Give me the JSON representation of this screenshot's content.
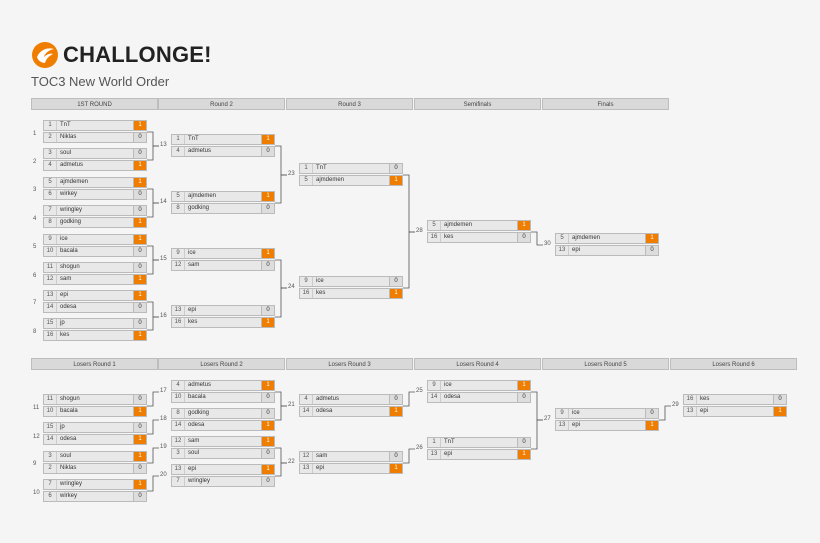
{
  "brand": {
    "name": "CHALLONGE!",
    "accent": "#ef7d00"
  },
  "tournament": {
    "title": "TOC3 New World Order"
  },
  "winners_rounds": [
    "1ST ROUND",
    "Round 2",
    "Round 3",
    "Semifinals",
    "Finals"
  ],
  "losers_rounds": [
    "Losers Round 1",
    "Losers Round 2",
    "Losers Round 3",
    "Losers Round 4",
    "Losers Round 5",
    "Losers Round 6"
  ],
  "matches": [
    {
      "label": "1",
      "p": [
        {
          "seed": "1",
          "name": "TnT",
          "score": "1",
          "win": true
        },
        {
          "seed": "2",
          "name": "Niklas",
          "score": "0",
          "win": false
        }
      ]
    },
    {
      "label": "2",
      "p": [
        {
          "seed": "3",
          "name": "soul",
          "score": "0",
          "win": false
        },
        {
          "seed": "4",
          "name": "admetus",
          "score": "1",
          "win": true
        }
      ]
    },
    {
      "label": "3",
      "p": [
        {
          "seed": "5",
          "name": "ajmdemen",
          "score": "1",
          "win": true
        },
        {
          "seed": "6",
          "name": "wirkey",
          "score": "0",
          "win": false
        }
      ]
    },
    {
      "label": "4",
      "p": [
        {
          "seed": "7",
          "name": "wringley",
          "score": "0",
          "win": false
        },
        {
          "seed": "8",
          "name": "godking",
          "score": "1",
          "win": true
        }
      ]
    },
    {
      "label": "5",
      "p": [
        {
          "seed": "9",
          "name": "ice",
          "score": "1",
          "win": true
        },
        {
          "seed": "10",
          "name": "bacala",
          "score": "0",
          "win": false
        }
      ]
    },
    {
      "label": "6",
      "p": [
        {
          "seed": "11",
          "name": "shogun",
          "score": "0",
          "win": false
        },
        {
          "seed": "12",
          "name": "sam",
          "score": "1",
          "win": true
        }
      ]
    },
    {
      "label": "7",
      "p": [
        {
          "seed": "13",
          "name": "epi",
          "score": "1",
          "win": true
        },
        {
          "seed": "14",
          "name": "odesa",
          "score": "0",
          "win": false
        }
      ]
    },
    {
      "label": "8",
      "p": [
        {
          "seed": "15",
          "name": "jp",
          "score": "0",
          "win": false
        },
        {
          "seed": "16",
          "name": "kes",
          "score": "1",
          "win": true
        }
      ]
    },
    {
      "label": "13",
      "p": [
        {
          "seed": "1",
          "name": "TnT",
          "score": "1",
          "win": true
        },
        {
          "seed": "4",
          "name": "admetus",
          "score": "0",
          "win": false
        }
      ]
    },
    {
      "label": "14",
      "p": [
        {
          "seed": "5",
          "name": "ajmdemen",
          "score": "1",
          "win": true
        },
        {
          "seed": "8",
          "name": "godking",
          "score": "0",
          "win": false
        }
      ]
    },
    {
      "label": "15",
      "p": [
        {
          "seed": "9",
          "name": "ice",
          "score": "1",
          "win": true
        },
        {
          "seed": "12",
          "name": "sam",
          "score": "0",
          "win": false
        }
      ]
    },
    {
      "label": "16",
      "p": [
        {
          "seed": "13",
          "name": "epi",
          "score": "0",
          "win": false
        },
        {
          "seed": "16",
          "name": "kes",
          "score": "1",
          "win": true
        }
      ]
    },
    {
      "label": "23",
      "p": [
        {
          "seed": "1",
          "name": "TnT",
          "score": "0",
          "win": false
        },
        {
          "seed": "5",
          "name": "ajmdemen",
          "score": "1",
          "win": true
        }
      ]
    },
    {
      "label": "24",
      "p": [
        {
          "seed": "9",
          "name": "ice",
          "score": "0",
          "win": false
        },
        {
          "seed": "16",
          "name": "kes",
          "score": "1",
          "win": true
        }
      ]
    },
    {
      "label": "28",
      "p": [
        {
          "seed": "5",
          "name": "ajmdemen",
          "score": "1",
          "win": true
        },
        {
          "seed": "16",
          "name": "kes",
          "score": "0",
          "win": false
        }
      ]
    },
    {
      "label": "30",
      "p": [
        {
          "seed": "5",
          "name": "ajmdemen",
          "score": "1",
          "win": true
        },
        {
          "seed": "13",
          "name": "epi",
          "score": "0",
          "win": false
        }
      ]
    },
    {
      "label": "11",
      "p": [
        {
          "seed": "11",
          "name": "shogun",
          "score": "0",
          "win": false
        },
        {
          "seed": "10",
          "name": "bacala",
          "score": "1",
          "win": true
        }
      ]
    },
    {
      "label": "12",
      "p": [
        {
          "seed": "15",
          "name": "jp",
          "score": "0",
          "win": false
        },
        {
          "seed": "14",
          "name": "odesa",
          "score": "1",
          "win": true
        }
      ]
    },
    {
      "label": "9",
      "p": [
        {
          "seed": "3",
          "name": "soul",
          "score": "1",
          "win": true
        },
        {
          "seed": "2",
          "name": "Niklas",
          "score": "0",
          "win": false
        }
      ]
    },
    {
      "label": "10",
      "p": [
        {
          "seed": "7",
          "name": "wringley",
          "score": "1",
          "win": true
        },
        {
          "seed": "6",
          "name": "wirkey",
          "score": "0",
          "win": false
        }
      ]
    },
    {
      "label": "17",
      "p": [
        {
          "seed": "4",
          "name": "admetus",
          "score": "1",
          "win": true
        },
        {
          "seed": "10",
          "name": "bacala",
          "score": "0",
          "win": false
        }
      ]
    },
    {
      "label": "18",
      "p": [
        {
          "seed": "8",
          "name": "godking",
          "score": "0",
          "win": false
        },
        {
          "seed": "14",
          "name": "odesa",
          "score": "1",
          "win": true
        }
      ]
    },
    {
      "label": "19",
      "p": [
        {
          "seed": "12",
          "name": "sam",
          "score": "1",
          "win": true
        },
        {
          "seed": "3",
          "name": "soul",
          "score": "0",
          "win": false
        }
      ]
    },
    {
      "label": "20",
      "p": [
        {
          "seed": "13",
          "name": "epi",
          "score": "1",
          "win": true
        },
        {
          "seed": "7",
          "name": "wringley",
          "score": "0",
          "win": false
        }
      ]
    },
    {
      "label": "21",
      "p": [
        {
          "seed": "4",
          "name": "admetus",
          "score": "0",
          "win": false
        },
        {
          "seed": "14",
          "name": "odesa",
          "score": "1",
          "win": true
        }
      ]
    },
    {
      "label": "22",
      "p": [
        {
          "seed": "12",
          "name": "sam",
          "score": "0",
          "win": false
        },
        {
          "seed": "13",
          "name": "epi",
          "score": "1",
          "win": true
        }
      ]
    },
    {
      "label": "25",
      "p": [
        {
          "seed": "9",
          "name": "ice",
          "score": "1",
          "win": true
        },
        {
          "seed": "14",
          "name": "odesa",
          "score": "0",
          "win": false
        }
      ]
    },
    {
      "label": "26",
      "p": [
        {
          "seed": "1",
          "name": "TnT",
          "score": "0",
          "win": false
        },
        {
          "seed": "13",
          "name": "epi",
          "score": "1",
          "win": true
        }
      ]
    },
    {
      "label": "27",
      "p": [
        {
          "seed": "9",
          "name": "ice",
          "score": "0",
          "win": false
        },
        {
          "seed": "13",
          "name": "epi",
          "score": "1",
          "win": true
        }
      ]
    },
    {
      "label": "29",
      "p": [
        {
          "seed": "16",
          "name": "kes",
          "score": "0",
          "win": false
        },
        {
          "seed": "13",
          "name": "epi",
          "score": "1",
          "win": true
        }
      ]
    }
  ]
}
